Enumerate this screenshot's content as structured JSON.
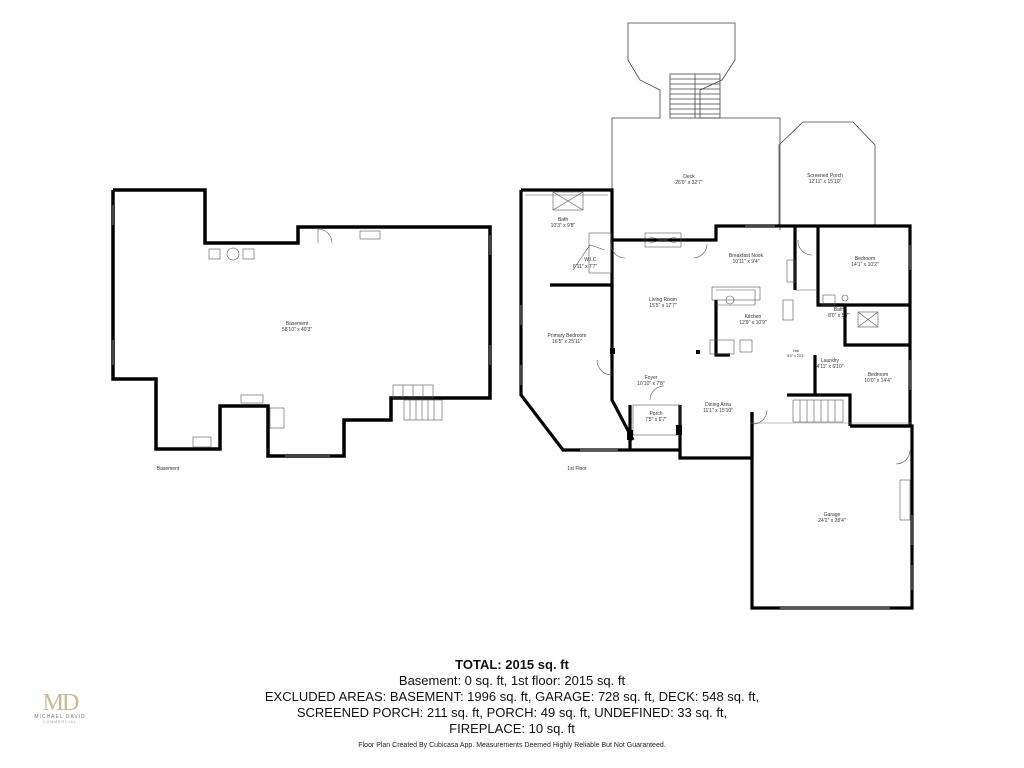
{
  "floors": [
    {
      "label": "Basement",
      "rooms": [
        {
          "name": "Basement",
          "dims": "58'10\" x 40'3\""
        }
      ]
    },
    {
      "label": "1st Floor",
      "rooms": [
        {
          "name": "Deck",
          "dims": "26'0\" x 32'7\""
        },
        {
          "name": "Screened Porch",
          "dims": "12'11\" x 15'10\""
        },
        {
          "name": "Bath",
          "dims": "10'3\" x 9'8\""
        },
        {
          "name": "W.I.C.",
          "dims": "6'11\" x 7'7\""
        },
        {
          "name": "Breakfast Nook",
          "dims": "10'11\" x 9'4\""
        },
        {
          "name": "Bedroom",
          "dims": "14'1\" x 10'2\""
        },
        {
          "name": "Living Room",
          "dims": "15'5\" x 17'7\""
        },
        {
          "name": "Kitchen",
          "dims": "12'9\" x 10'9\""
        },
        {
          "name": "Bath",
          "dims": "8'0\" x 5'7\""
        },
        {
          "name": "Primary Bedroom",
          "dims": "16'5\" x 25'11\""
        },
        {
          "name": "Hall",
          "dims": "8'0\" x 20'3\""
        },
        {
          "name": "Laundry",
          "dims": "4'11\" x 6'10\""
        },
        {
          "name": "Bedroom",
          "dims": "10'0\" x 14'4\""
        },
        {
          "name": "Foyer",
          "dims": "10'10\" x 7'8\""
        },
        {
          "name": "Porch",
          "dims": "7'5\" x 6'7\""
        },
        {
          "name": "Dining Area",
          "dims": "11'1\" x 15'10\""
        },
        {
          "name": "Garage",
          "dims": "24'2\" x 28'4\""
        }
      ]
    }
  ],
  "summary": {
    "total": "TOTAL: 2015 sq. ft",
    "lines": [
      "Basement: 0 sq. ft, 1st floor: 2015 sq. ft",
      "EXCLUDED AREAS: BASEMENT: 1996 sq. ft, GARAGE: 728 sq. ft, DECK: 548 sq. ft,",
      "SCREENED PORCH: 211 sq. ft, PORCH: 49 sq. ft, UNDEFINED: 33 sq. ft,",
      "FIREPLACE: 10 sq. ft"
    ]
  },
  "credit": "Floor Plan Created By Cubicasa App. Measurements Deemed Highly Reliable But Not Guaranteed.",
  "logo": {
    "mark": "MD",
    "name": "MICHAEL DAVID",
    "sub": "COMMERCIAL"
  },
  "colors": {
    "wall": "#000000",
    "thin_line": "#555555",
    "logo": "#c9b98f"
  }
}
